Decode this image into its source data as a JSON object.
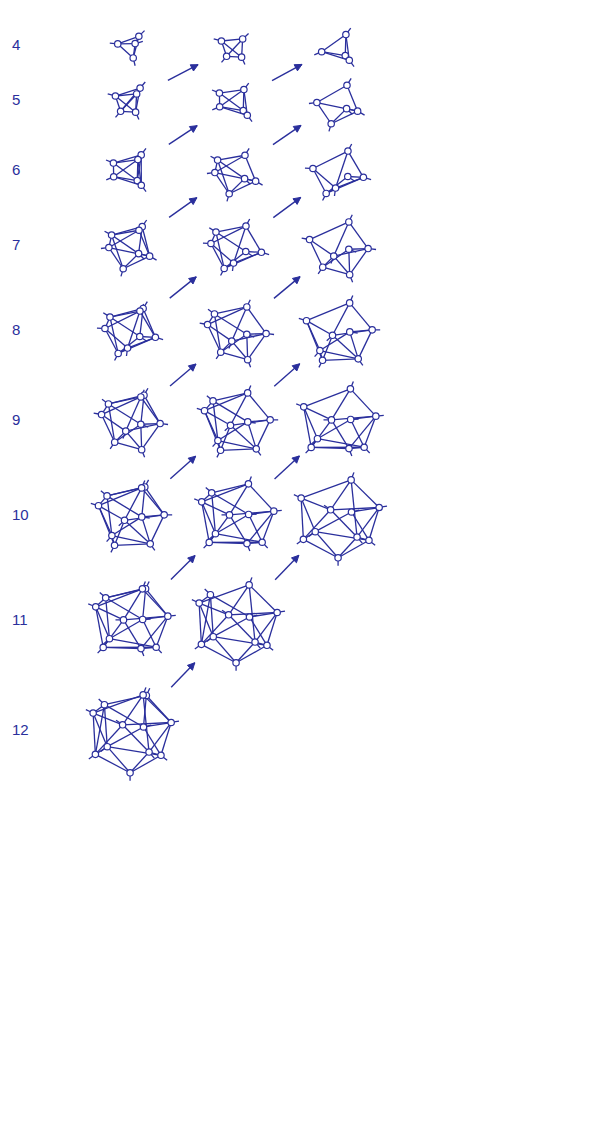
{
  "diagram": {
    "labels": [
      "4",
      "5",
      "6",
      "7",
      "8",
      "9",
      "10",
      "11",
      "12"
    ]
  }
}
